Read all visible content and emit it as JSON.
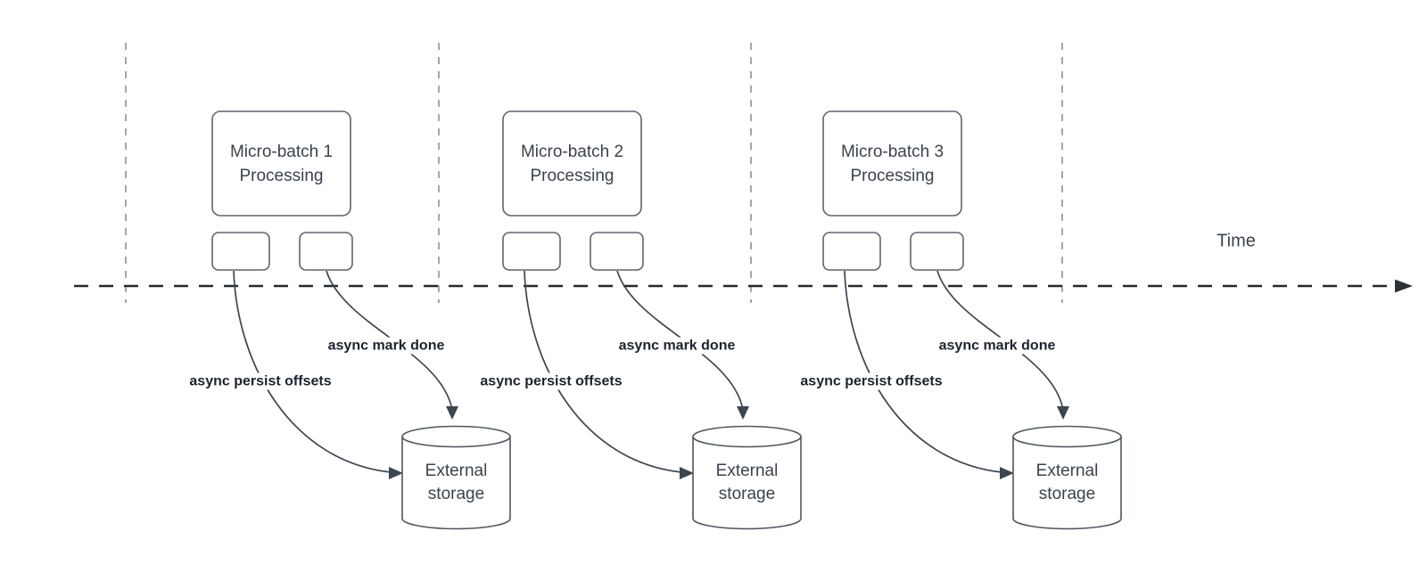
{
  "time_axis": {
    "label": "Time"
  },
  "groups": [
    {
      "box_label": "Micro-batch 1\nProcessing",
      "offsets_label": "async persist offsets",
      "mark_done_label": "async mark done",
      "storage_label": "External\nstorage"
    },
    {
      "box_label": "Micro-batch 2\nProcessing",
      "offsets_label": "async persist offsets",
      "mark_done_label": "async mark done",
      "storage_label": "External\nstorage"
    },
    {
      "box_label": "Micro-batch 3\nProcessing",
      "offsets_label": "async persist offsets",
      "mark_done_label": "async mark done",
      "storage_label": "External\nstorage"
    }
  ],
  "colors": {
    "background": "#ffffff",
    "curve_stroke": "#3c4650",
    "box_border": "#5d656e",
    "cylinder_border": "#4d565f",
    "axis_dash": "#23292f",
    "timeline_marker": "#a3a7ac",
    "async_label_text": "#1c2430",
    "node_text": "#3a434d"
  }
}
